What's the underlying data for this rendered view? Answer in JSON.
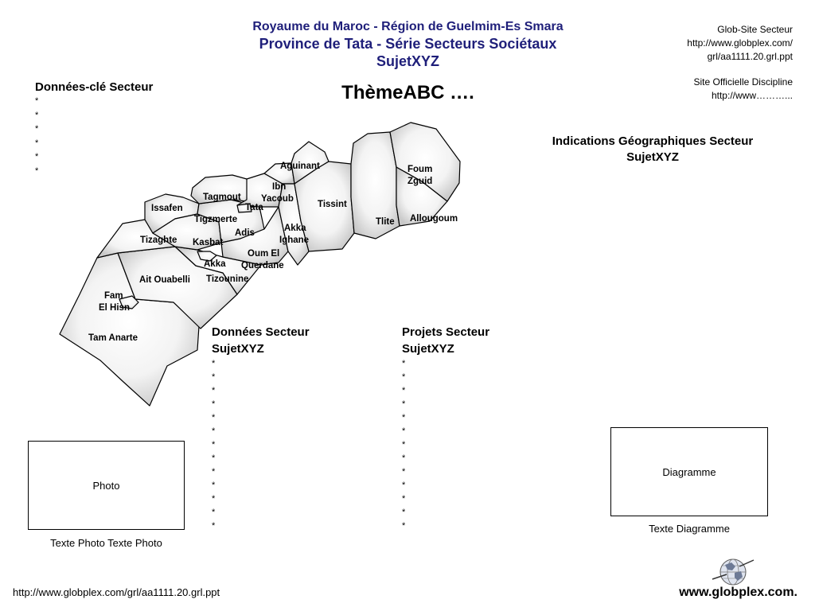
{
  "header": {
    "line1": "Royaume du Maroc - Région de Guelmim-Es Smara",
    "line2": "Province de Tata - Série Secteurs Sociétaux",
    "line3": "SujetXYZ",
    "theme": "ThèmeABC …."
  },
  "top_right": {
    "glob_label": "Glob-Site Secteur",
    "glob_url1": "http://www.globplex.com/",
    "glob_url2": "grl/aa1111.20.grl.ppt",
    "official_label": "Site Officielle Discipline",
    "official_url": "http://www………..."
  },
  "key_data": {
    "heading": "Données-clé Secteur",
    "bullets": [
      "*",
      "*",
      "*",
      "*",
      "*",
      "*"
    ]
  },
  "geo_indications": {
    "line1": "Indications Géographiques Secteur",
    "line2": "SujetXYZ"
  },
  "sector_data": {
    "heading1": "Données Secteur",
    "heading2": "SujetXYZ",
    "bullets": [
      "*",
      "*",
      "*",
      "*",
      "*",
      "*",
      "*",
      "*",
      "*",
      "*",
      "*",
      "*",
      "*"
    ]
  },
  "projects": {
    "heading1": "Projets Secteur",
    "heading2": "SujetXYZ",
    "bullets": [
      "*",
      "*",
      "*",
      "*",
      "*",
      "*",
      "*",
      "*",
      "*",
      "*",
      "*",
      "*",
      "*"
    ]
  },
  "photo": {
    "box_label": "Photo",
    "caption": "Texte Photo Texte Photo"
  },
  "diagram": {
    "box_label": "Diagramme",
    "caption": "Texte Diagramme"
  },
  "map": {
    "labels": {
      "aguinant": "Aguinant",
      "ibn_yacoub_1": "Ibn",
      "ibn_yacoub_2": "Yacoub",
      "foum_zguid_1": "Foum",
      "foum_zguid_2": "Zguid",
      "tagmout": "Tagmout",
      "tata": "Tata",
      "tissint": "Tissint",
      "issafen": "Issafen",
      "allougoum": "Allougoum",
      "tlite": "Tlite",
      "tigzmerte": "Tigzmerte",
      "akka_ighane_1": "Akka",
      "akka_ighane_2": "Ighane",
      "adis": "Adis",
      "tizaghte": "Tizaghte",
      "kasbat": "Kasbat",
      "oum_el_querdane_1": "Oum El",
      "oum_el_querdane_2": "Querdane",
      "akka_tizounine_1": "Akka",
      "akka_tizounine_2": "Tizounine",
      "ait_ouabelli": "Ait Ouabelli",
      "fam_el_hisn_1": "Fam",
      "fam_el_hisn_2": "El Hisn",
      "tam_anarte": "Tam Anarte"
    }
  },
  "footer": {
    "url": "http://www.globplex.com/grl/aa1111.20.grl.ppt",
    "brand": "www.globplex.com."
  },
  "colors": {
    "title": "#1f1f7a",
    "region_fill_light": "#ffffff",
    "region_fill_dark": "#cfcfcf"
  }
}
